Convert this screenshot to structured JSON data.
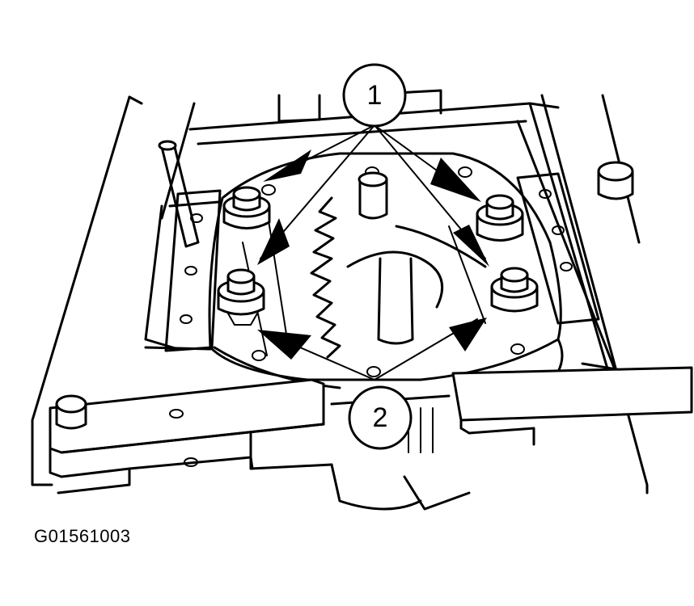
{
  "figure": {
    "code": "G01561003",
    "callouts": [
      {
        "id": "1",
        "label": "1"
      },
      {
        "id": "2",
        "label": "2"
      }
    ]
  }
}
